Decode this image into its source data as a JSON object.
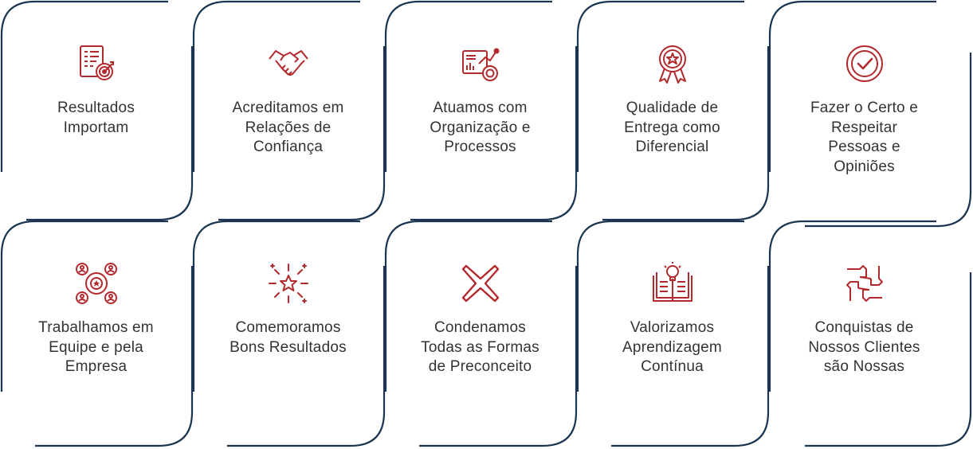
{
  "colors": {
    "frame": "#1b3550",
    "icon": "#b22a2e",
    "text": "#333333"
  },
  "cards": [
    {
      "label": "Resultados\nImportam",
      "icon": "report-target-icon"
    },
    {
      "label": "Acreditamos em\nRelações de\nConfiança",
      "icon": "handshake-icon"
    },
    {
      "label": "Atuamos com\nOrganização e\nProcessos",
      "icon": "dashboard-chart-icon"
    },
    {
      "label": "Qualidade de\nEntrega como\nDiferencial",
      "icon": "award-badge-icon"
    },
    {
      "label": "Fazer o Certo e\nRespeitar\nPessoas e\nOpiniões",
      "icon": "check-circle-icon"
    },
    {
      "label": "Trabalhamos em\nEquipe e pela\nEmpresa",
      "icon": "team-network-icon"
    },
    {
      "label": "Comemoramos\nBons Resultados",
      "icon": "fireworks-star-icon"
    },
    {
      "label": "Condenamos\nTodas as Formas\nde Preconceito",
      "icon": "cross-x-icon"
    },
    {
      "label": "Valorizamos\nAprendizagem\nContínua",
      "icon": "lightbulb-book-icon"
    },
    {
      "label": "Conquistas de\nNossos Clientes\nsão Nossas",
      "icon": "hands-together-icon"
    }
  ]
}
